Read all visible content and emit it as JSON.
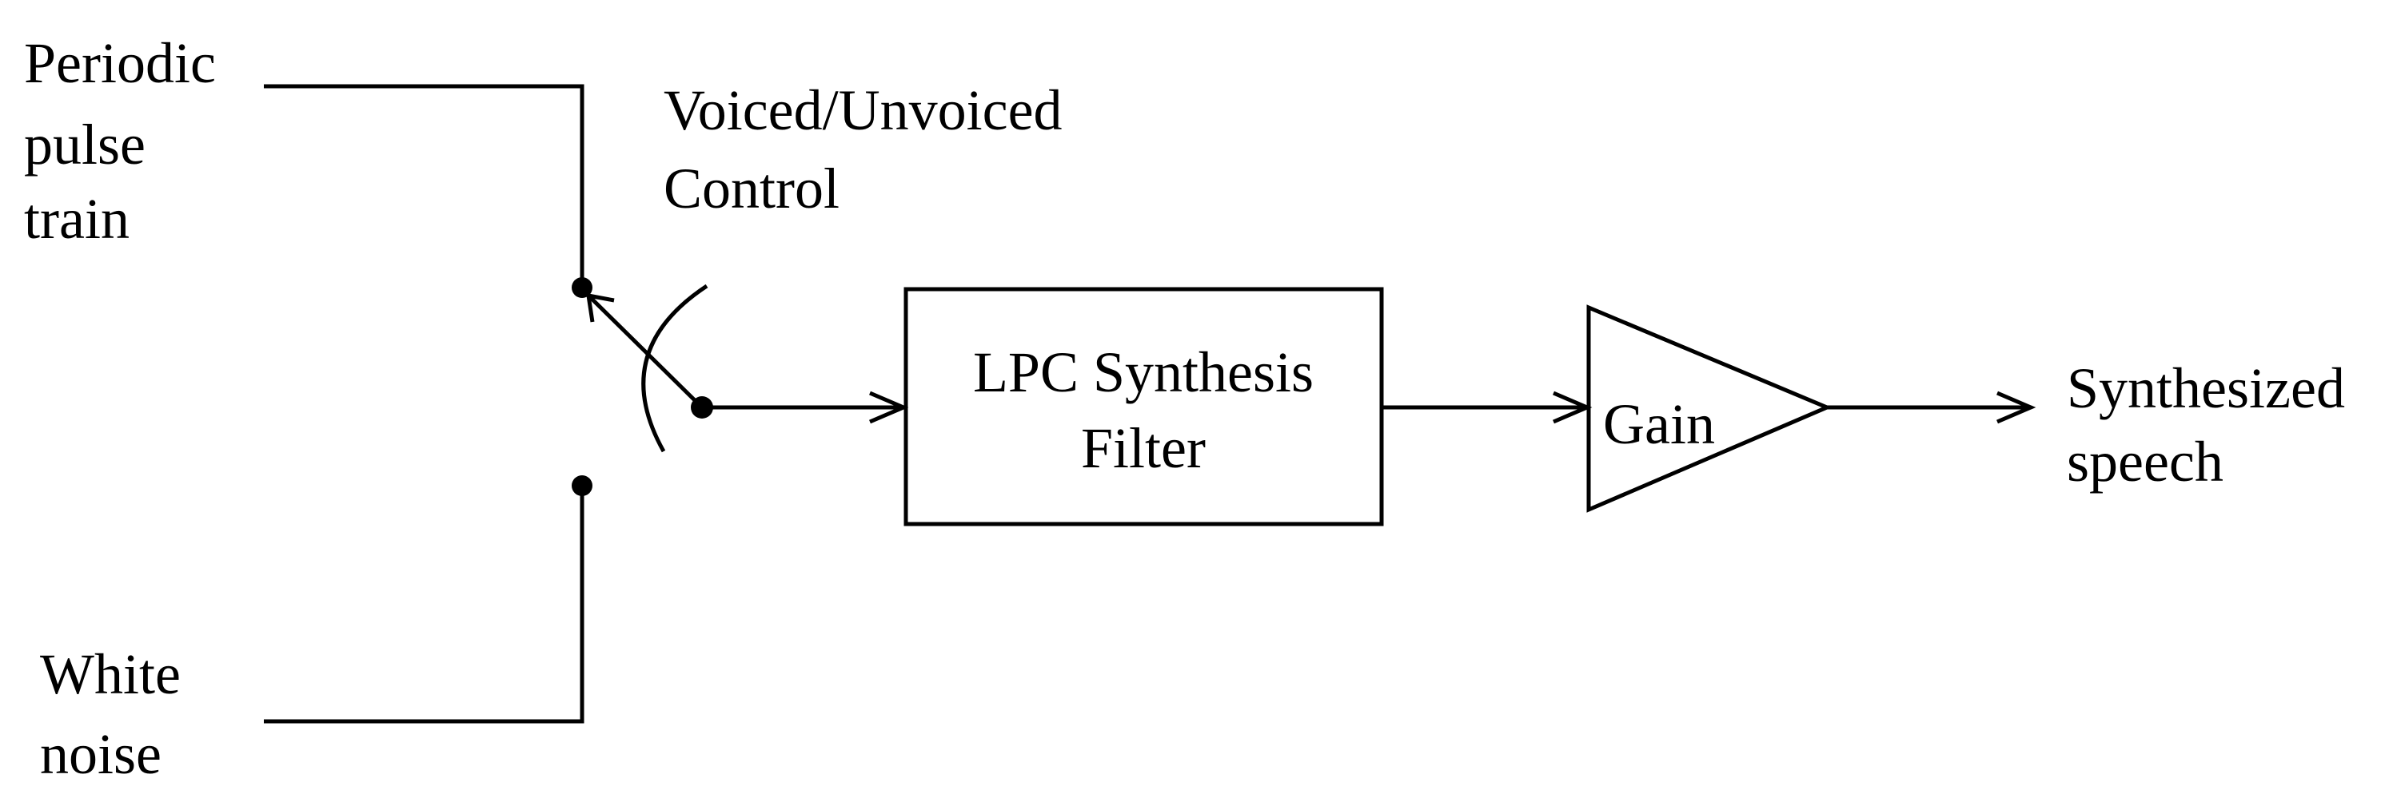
{
  "inputs": {
    "periodic": {
      "line1": "Periodic",
      "line2": "pulse",
      "line3": "train"
    },
    "noise": {
      "line1": "White",
      "line2": "noise"
    }
  },
  "switch": {
    "line1": "Voiced/Unvoiced",
    "line2": "Control"
  },
  "filter": {
    "line1": "LPC Synthesis",
    "line2": "Filter"
  },
  "gain": {
    "label": "Gain"
  },
  "output": {
    "line1": "Synthesized",
    "line2": "speech"
  },
  "colors": {
    "stroke": "#000000",
    "background": "#ffffff"
  }
}
